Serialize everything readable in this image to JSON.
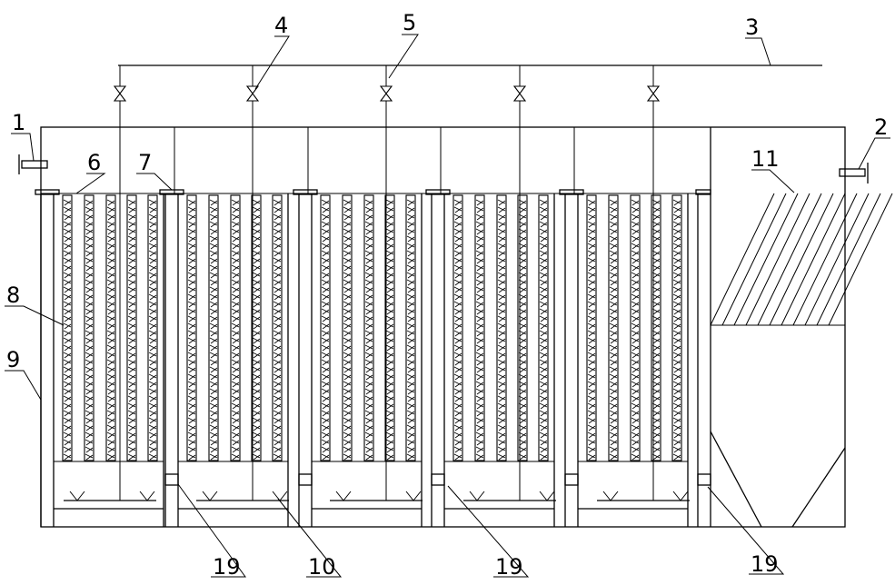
{
  "labels": {
    "inlet_pipe": "1",
    "outlet_pipe": "2",
    "air_main_pipe": "3",
    "valve": "4",
    "air_branch_pipe": "5",
    "support_plate": "6",
    "baffle_cap": "7",
    "filler_column": "8",
    "tank_wall": "9",
    "aerator": "10",
    "inclined_tubes": "11",
    "connector_a": "19",
    "connector_b": "19",
    "connector_c": "19"
  }
}
